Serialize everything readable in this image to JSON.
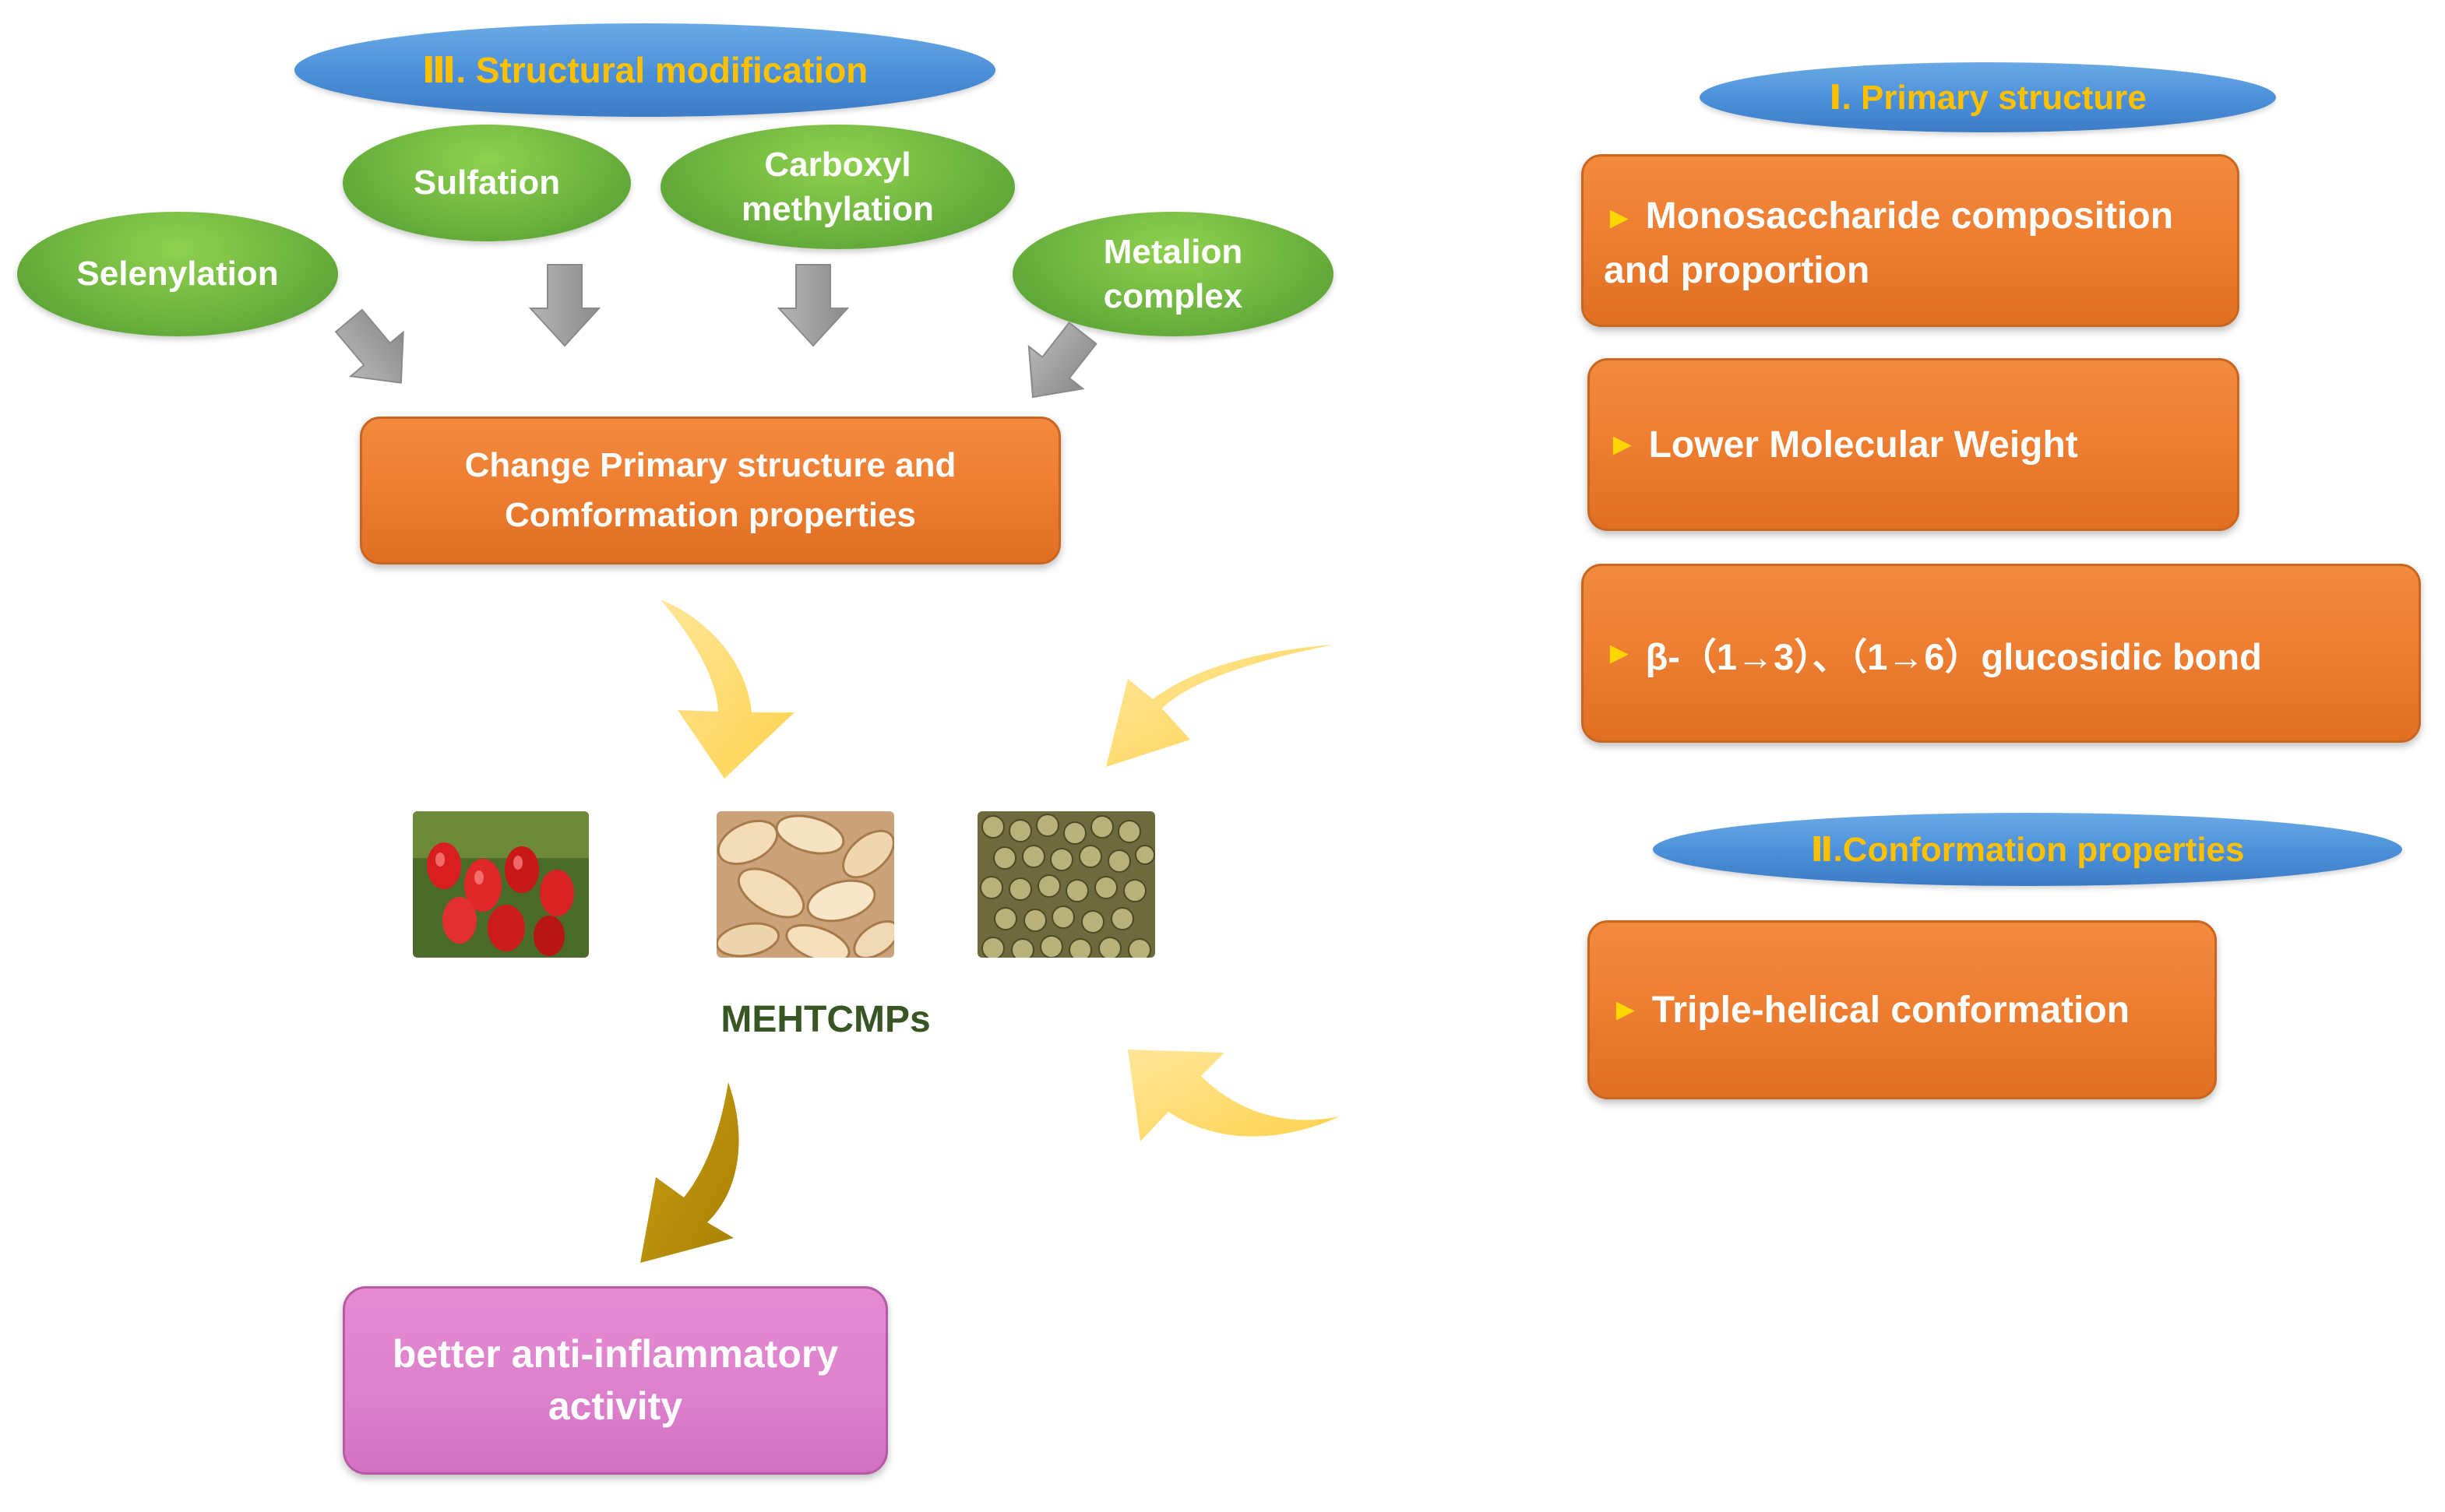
{
  "sections": {
    "structural_modification": {
      "label": "Ⅲ. Structural modification"
    },
    "primary_structure": {
      "label": "Ⅰ. Primary structure"
    },
    "conformation_properties": {
      "label": "Ⅱ.Conformation properties"
    }
  },
  "modifications": {
    "selenylation": "Selenylation",
    "sulfation": "Sulfation",
    "carboxyl_line1": "Carboxyl",
    "carboxyl_line2": "methylation",
    "metalion_line1": "Metalion",
    "metalion_line2": "complex"
  },
  "change_box": {
    "line1": "Change Primary structure and",
    "line2": "Comformation properties"
  },
  "compound_label": "MEHTCMPs",
  "outcome": {
    "line1": "better anti-inflammatory",
    "line2": "activity"
  },
  "primary_items": {
    "monosaccharide_line1": "Monosaccharide composition",
    "monosaccharide_line2": "and proportion",
    "molecular_weight": "Lower Molecular Weight",
    "glucosidic_bond": "β-（1→3）、（1→6）glucosidic bond"
  },
  "conformation_items": {
    "triple_helix": "Triple-helical conformation"
  },
  "bullet_glyph": "►",
  "colors": {
    "orange": "#ED7D31",
    "green": "#70AD47",
    "blue": "#5B9BD5",
    "gold": "#FFC000",
    "pink": "#DD80CC",
    "dark_green_text": "#375623",
    "yellow_arrow": "#FFD966",
    "olive_arrow": "#BF9000",
    "gray_arrow": "#A6A6A6"
  },
  "icons": [
    "gray-down-arrow",
    "yellow-curved-arrow",
    "olive-curved-arrow",
    "triangle-bullet",
    "berries-photo",
    "root-slices-photo",
    "flower-buds-photo"
  ]
}
